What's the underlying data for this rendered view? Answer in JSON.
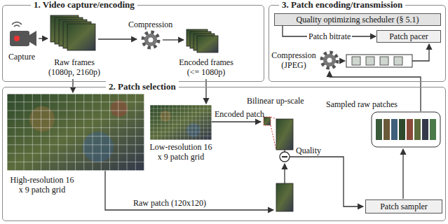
{
  "diagram": {
    "nodes": [
      {
        "text": [
          "1. Video capture/encoding"
        ]
      },
      {
        "text": [
          "3. Patch encoding/transmission"
        ]
      },
      {
        "text": [
          "Quality optimizing scheduler (§ 5.1)"
        ],
        "in": 1
      },
      {
        "text": [
          "Patch pacer"
        ],
        "in": 1
      },
      {
        "text": [
          "2. Patch selection"
        ]
      },
      {
        "text": [
          "Patch sampler"
        ],
        "in": 4
      }
    ],
    "edges": [
      {
        "from": 2,
        "to": 3,
        "label": "Patch bitrate",
        "arrow": "to"
      }
    ],
    "labels": [
      "Capture",
      "Raw frames (1080p, 2160p)",
      "Compression",
      "Encoded frames (<= 1080p)",
      "Compression (JPEG)",
      "Encoded patch",
      "Bilinear up-scale",
      "Low-resolution 16 x 9 patch grid",
      "Quality",
      "Sampled raw patches",
      "High-resolution 16 x 9 patch grid",
      "Raw patch (120x120)"
    ]
  }
}
